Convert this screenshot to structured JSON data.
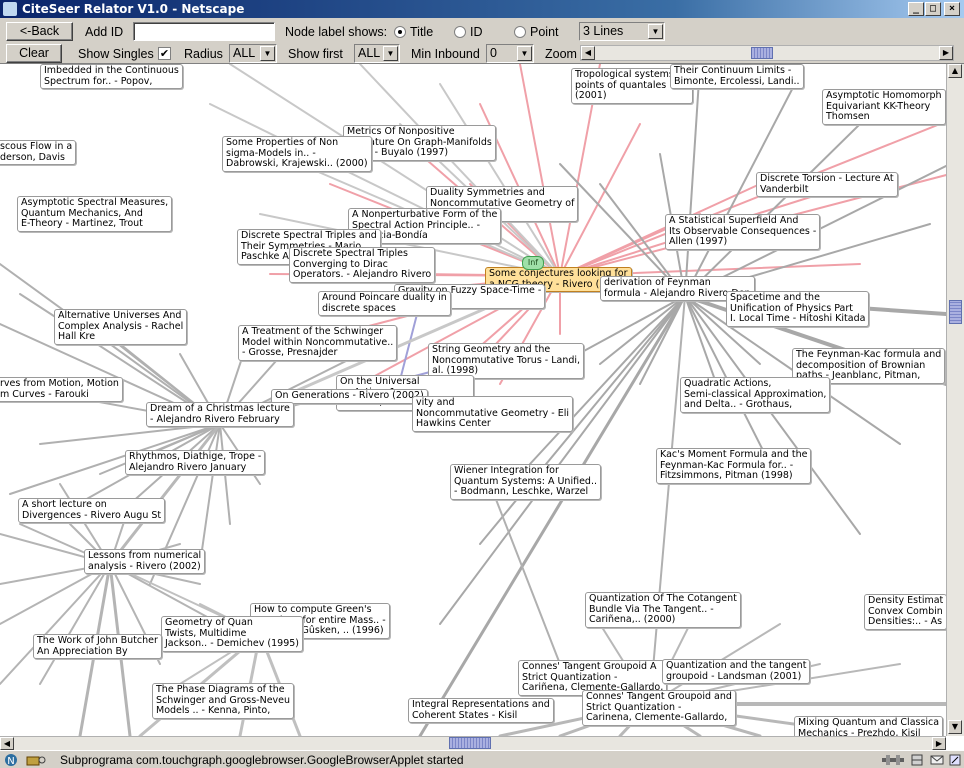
{
  "window": {
    "title": "CiteSeer Relator V1.0 - Netscape"
  },
  "toolbar": {
    "back_label": "<-Back",
    "add_id_label": "Add ID",
    "add_id_value": "",
    "node_label_shows": "Node label shows:",
    "opt_title": "Title",
    "opt_id": "ID",
    "opt_point": "Point",
    "lines_value": "3 Lines",
    "clear_label": "Clear",
    "show_singles_label": "Show Singles",
    "show_singles_checked": "✔",
    "radius_label": "Radius",
    "radius_value": "ALL",
    "show_first_label": "Show first",
    "show_first_value": "ALL",
    "min_inbound_label": "Min Inbound",
    "min_inbound_value": "0",
    "zoom_label": "Zoom"
  },
  "graph": {
    "center_badge": "Inf",
    "nodes": [
      "Imbedded in the Continuous\nSpectrum for.. - Popov,",
      "Tropological systems an\npoints of quantales\n(2001)",
      "Their Continuum Limits -\nBimonte, Ercolessi, Landi..",
      "Asymptotic Homomorph\nEquivariant KK-Theory\nThomsen",
      "Metrics Of Nonpositive\nCurvature On Graph-Manifolds\nAnd.. - Buyalo (1997)",
      "Some Properties of Non\nsigma-Models in.. -\nDabrowski, Krajewski.. (2000)",
      "scous Flow in a\nderson, Davis",
      "Discrete Torsion - Lecture At\nVanderbilt",
      "Duality Symmetries and\nNoncommutative Geometry of\n.. Szabo",
      "Asymptotic Spectral Measures,\nQuantum Mechanics, And\nE-Theory - Martinez, Trout",
      "A Nonperturbative Form of the\nSpectral Action Principle.. -\n.. Gracia-Bondía",
      "A Statistical Superfield And\nIts Observable Consequences -\nAllen (1997)",
      "Discrete Spectral Triples and\nTheir Symmetries - Mario\nPaschke A",
      "Discrete Spectral Triples\nConverging to Dirac\nOperators. - Alejandro Rivero",
      "Some conjectures looking for\na NCG theory - Rivero (2002)",
      "derivation of Feynman\nformula - Alejandro Rivero Dep",
      "Gravity on Fuzzy Space-Time -\n(1997)",
      "Around Poincare duality in\ndiscrete spaces",
      "Spacetime and the\nUnification of Physics Part\nI. Local Time - Hitoshi Kitada",
      "Alternative Universes And\nComplex Analysis - Rachel\nHall Kre",
      "A Treatment of the Schwinger\nModel within Noncommutative..\n- Grosse, Presnajder",
      "String Geometry and the\nNoncommutative Torus - Landi,\nal. (1998)",
      "The Feynman-Kac formula and\ndecomposition of Brownian\npaths - Jeanblanc, Pitman,",
      "rves from Motion, Motion\nm Curves - Farouki",
      "On the Universal\nes Action. 1.\n- Kastler, Iochum, Schücker",
      "On Generations - Rivero (2002)",
      "Quadratic Actions,\nSemi-classical Approximation,\nand Delta.. - Grothaus,",
      "Dream of a Christmas lecture\n- Alejandro Rivero February",
      "vity and\nNoncommutative Geometry - Eli\nHawkins Center",
      "Kac's Moment Formula and the\nFeynman-Kac Formula for.. -\nFitzsimmons, Pitman (1998)",
      "Rhythmos, Diathige, Trope -\nAlejandro Rivero January",
      "Wiener Integration for\nQuantum Systems: A Unified..\n- Bodmann, Leschke, Warzel",
      "A short lecture on\nDivergences - Rivero Augu St",
      "Lessons from numerical\nanalysis - Rivero (2002)",
      "Quantization Of The Cotangent\nBundle Via The Tangent.. -\nCariñena,.. (2000)",
      "Density Estimat\nConvex Combin\nDensities:.. - As",
      "How to compute Green's\nFunctions for entire Mass.. -\nGlässner, Gûsken, .. (1996)",
      "Geometry of Quan\nTwists, Multidime\nJackson.. - Demichev (1995)",
      "The Work of John Butcher\nAn Appreciation By",
      "Connes' Tangent Groupoid A\nStrict Quantization -\nCariñena, Clemente-Gallardo,",
      "Quantization and the tangent\ngroupoid - Landsman (2001)",
      "The Phase Diagrams of the\nSchwinger and Gross-Neveu\nModels .. - Kenna, Pinto,",
      "Integral Representations and\nCoherent States - Kisil",
      "Connes' Tangent Groupoid and\nStrict Quantization -\nCarinena, Clemente-Gallardo,",
      "Mixing Quantum and Classica\nMechanics - Prezhdo, Kisil"
    ]
  },
  "status": {
    "text": "Subprograma com.touchgraph.googlebrowser.GoogleBrowserApplet started"
  }
}
